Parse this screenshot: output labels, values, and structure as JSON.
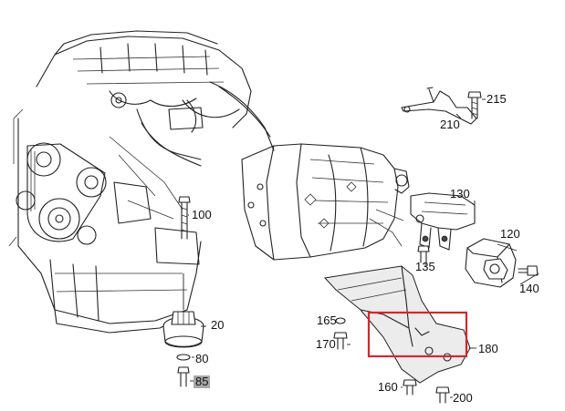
{
  "labels": {
    "p20": "20",
    "p80": "80",
    "p85": "85",
    "p100": "100",
    "p120": "120",
    "p130": "130",
    "p135": "135",
    "p140": "140",
    "p160": "160",
    "p165": "165",
    "p170": "170",
    "p180": "180",
    "p200": "200",
    "p210": "210",
    "p215": "215"
  },
  "highlighted_label": "85",
  "colors": {
    "callout_box": "#d0282e",
    "label_highlight": "#a8a8a8",
    "line_art": "#222222"
  }
}
